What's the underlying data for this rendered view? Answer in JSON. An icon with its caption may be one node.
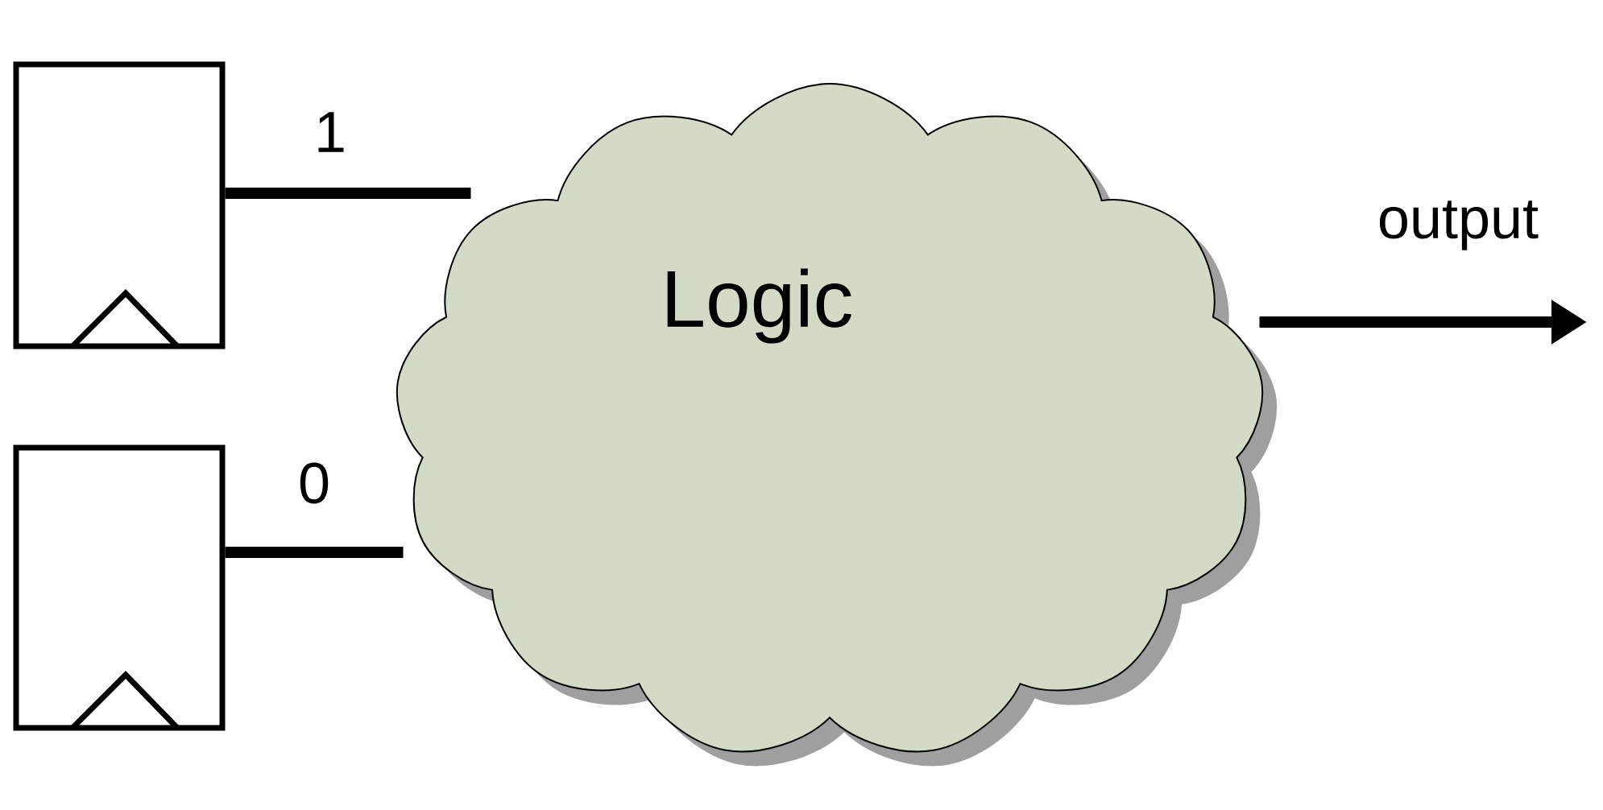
{
  "diagram": {
    "nodes": [
      {
        "text": [],
        "shape": "box"
      },
      {
        "text": [],
        "shape": "box"
      },
      {
        "text": [
          "Logic"
        ]
      }
    ],
    "edges": [
      {
        "from": 0,
        "to": 2,
        "arrow": "none",
        "label": "1"
      },
      {
        "from": 1,
        "to": 2,
        "arrow": "none",
        "label": "0"
      },
      {
        "from": 2,
        "to": null,
        "arrow": "to",
        "label": "output"
      }
    ]
  }
}
